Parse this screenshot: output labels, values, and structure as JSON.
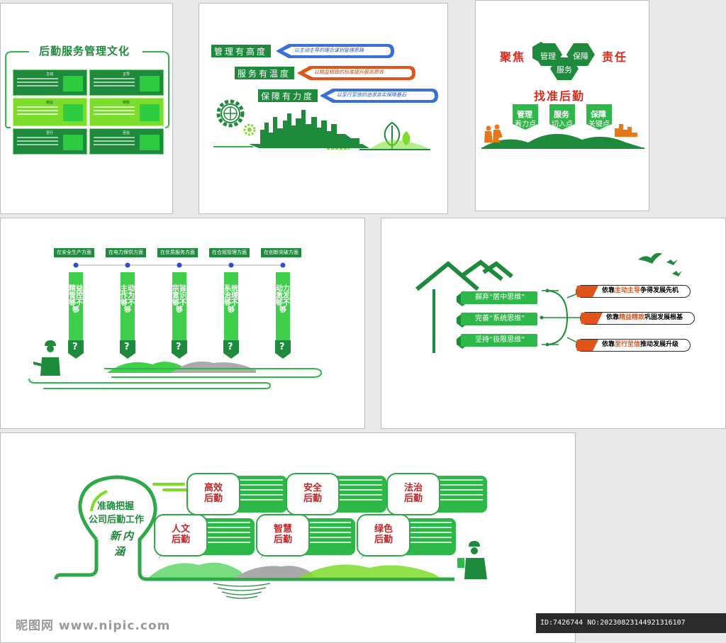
{
  "panel1": {
    "title": "后勤服务管理文化",
    "cards": [
      {
        "label": "主动"
      },
      {
        "label": "主导"
      },
      {
        "label": "精益"
      },
      {
        "label": "精致"
      },
      {
        "label": "至行"
      },
      {
        "label": "至信"
      }
    ]
  },
  "panel2": {
    "rows": [
      {
        "title": "管理有高度",
        "slogan": "以主动主导的理念谋划管理思路"
      },
      {
        "title": "服务有温度",
        "slogan": "以精益精致的标准提升服务质效"
      },
      {
        "title": "保障有力度",
        "slogan": "以至行至信的追求务实保障基石"
      }
    ]
  },
  "panel3": {
    "left_word": "聚焦",
    "right_word": "责任",
    "hexes": [
      "管理",
      "服务",
      "保障"
    ],
    "subtitle": "找准后勤",
    "badges": [
      {
        "top": "管理",
        "bottom": "着力点"
      },
      {
        "top": "服务",
        "bottom": "切入点"
      },
      {
        "top": "保障",
        "bottom": "关键点"
      }
    ]
  },
  "panel4": {
    "aspects": [
      {
        "header": "在安全生产方面",
        "text": "精益管控够不够"
      },
      {
        "header": "在电力保供方面",
        "text": "主动作为够不够"
      },
      {
        "header": "在优质服务方面",
        "text": "宗旨意识够不够"
      },
      {
        "header": "在合规管理方面",
        "text": "系统治理够不够"
      },
      {
        "header": "在创新突破方面",
        "text": "动力激发够不够"
      }
    ],
    "question_mark": "?"
  },
  "panel5": {
    "left_items": [
      "摒弃“居中思维”",
      "完善“系统思维”",
      "坚持“极限思维”"
    ],
    "right_items": [
      {
        "pre": "依靠",
        "em": "主动主导",
        "post": "争得发展先机"
      },
      {
        "pre": "依靠",
        "em": "精益精致",
        "post": "巩固发展根基"
      },
      {
        "pre": "依靠",
        "em": "至行至信",
        "post": "推动发展升级"
      }
    ]
  },
  "panel6": {
    "bulb_line1": "准确把握",
    "bulb_line2": "公司后勤工作",
    "bulb_line3a": "新",
    "bulb_line3b": "内",
    "bulb_line3c": "涵",
    "cards": [
      {
        "l1": "高效",
        "l2": "后勤"
      },
      {
        "l1": "安全",
        "l2": "后勤"
      },
      {
        "l1": "法治",
        "l2": "后勤"
      },
      {
        "l1": "人文",
        "l2": "后勤"
      },
      {
        "l1": "智慧",
        "l2": "后勤"
      },
      {
        "l1": "绿色",
        "l2": "后勤"
      }
    ]
  },
  "footer": {
    "watermark": "昵图网 www.nipic.com",
    "id_text": "ID:7426744 NO:20230823144921316107"
  },
  "colors": {
    "green": "#1e8a3c",
    "light_green": "#2fb84a",
    "red": "#d92a1c",
    "orange": "#e0541a",
    "blue": "#3a6fd8"
  }
}
